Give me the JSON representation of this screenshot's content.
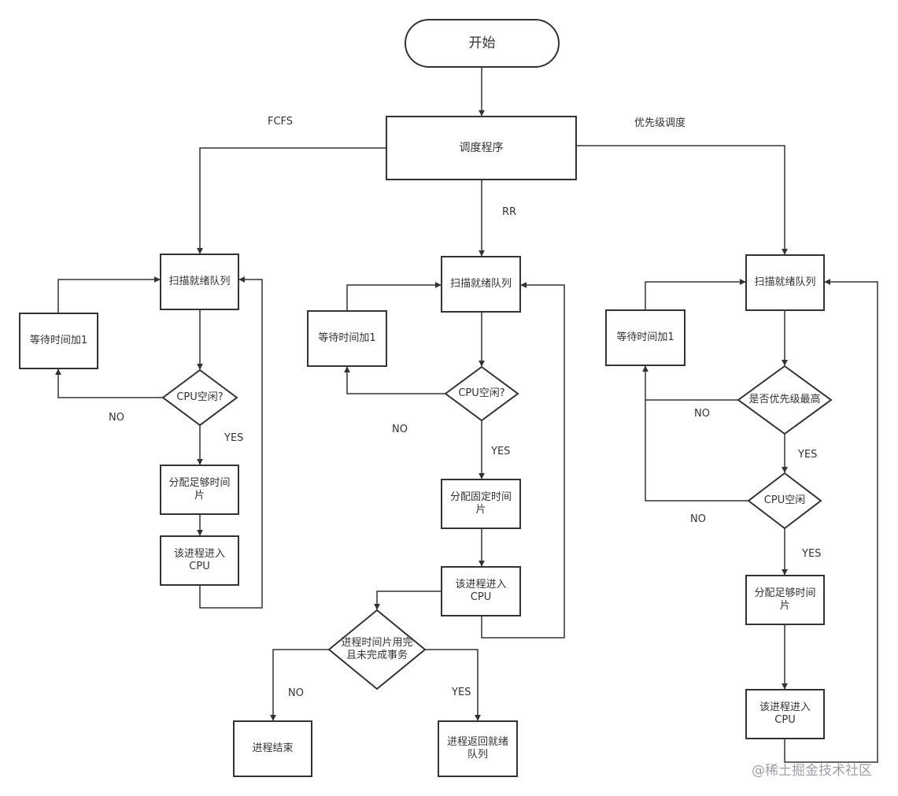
{
  "nodes": {
    "start": "开始",
    "scheduler": "调度程序",
    "fcfs_scan": "扫描就绪队列",
    "fcfs_wait": "等待时间加1",
    "fcfs_cpu_idle": "CPU空闲?",
    "fcfs_alloc": "分配足够时间片",
    "fcfs_enter": "该进程进入CPU",
    "rr_scan": "扫描就绪队列",
    "rr_wait": "等待时间加1",
    "rr_cpu_idle": "CPU空闲?",
    "rr_alloc": "分配固定时间片",
    "rr_enter": "该进程进入CPU",
    "rr_check": "进程时间片用完且未完成事务",
    "rr_end": "进程结束",
    "rr_return": "进程返回就绪队列",
    "pri_scan": "扫描就绪队列",
    "pri_wait": "等待时间加1",
    "pri_highest": "是否优先级最高",
    "pri_cpu_idle": "CPU空闲",
    "pri_alloc": "分配足够时间片",
    "pri_enter": "该进程进入CPU"
  },
  "edge_labels": {
    "fcfs": "FCFS",
    "rr": "RR",
    "priority": "优先级调度",
    "fcfs_no": "NO",
    "fcfs_yes": "YES",
    "rr_no": "NO",
    "rr_yes": "YES",
    "rr_check_no": "NO",
    "rr_check_yes": "YES",
    "pri_no1": "NO",
    "pri_yes1": "YES",
    "pri_no2": "NO",
    "pri_yes2": "YES"
  },
  "watermark": "@稀土掘金技术社区",
  "colors": {
    "stroke": "#333333",
    "text": "#333333"
  }
}
